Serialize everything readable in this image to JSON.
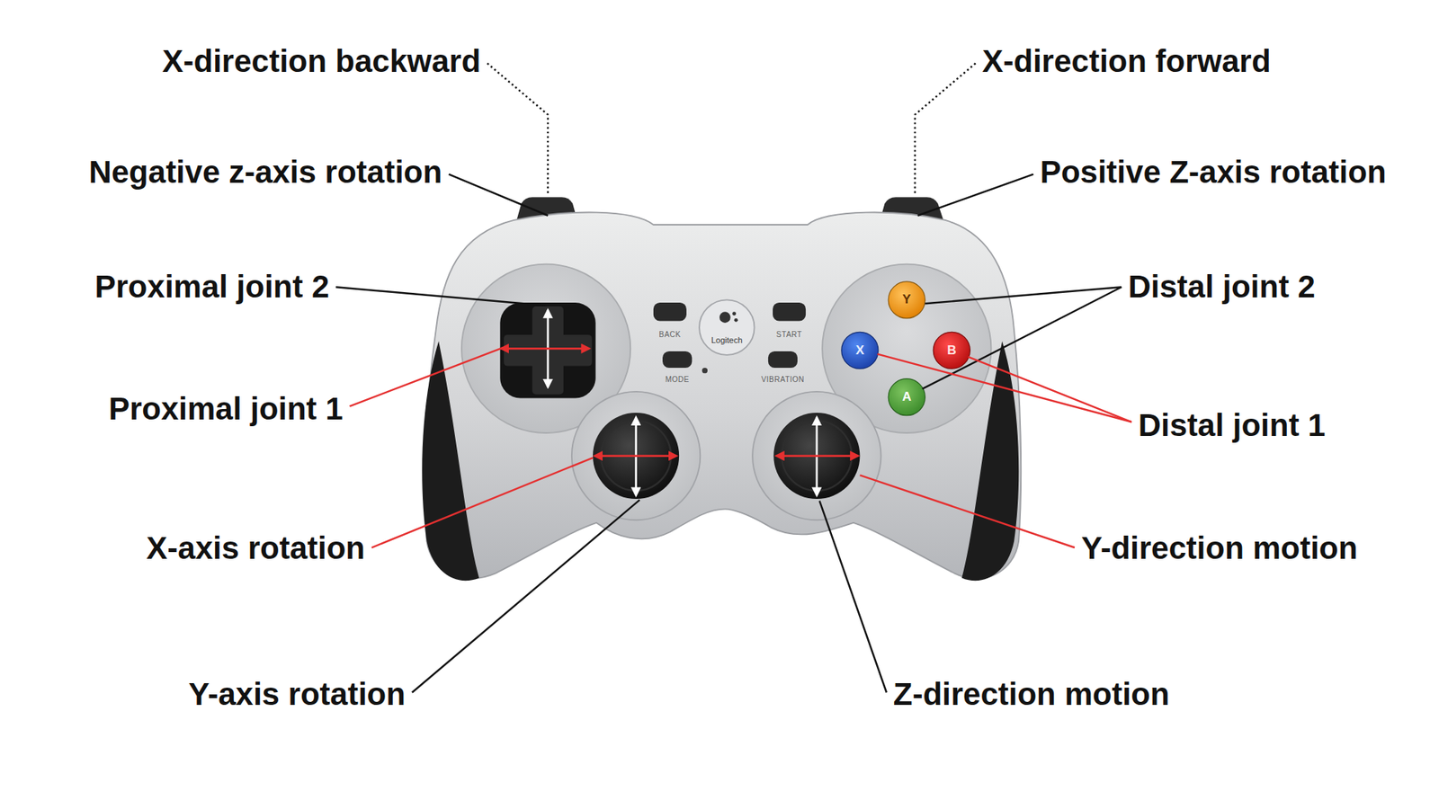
{
  "diagram": {
    "labels": [
      "X-direction backward",
      "X-direction forward",
      "Negative z-axis rotation",
      "Positive Z-axis rotation",
      "Proximal joint 2",
      "Distal joint 2",
      "Proximal joint 1",
      "Distal joint 1",
      "X-axis rotation",
      "Y-direction motion",
      "Y-axis rotation",
      "Z-direction motion",
      "BACK",
      "START",
      "Logitech",
      "MODE",
      "VIBRATION",
      "Y",
      "X",
      "B",
      "A"
    ]
  }
}
